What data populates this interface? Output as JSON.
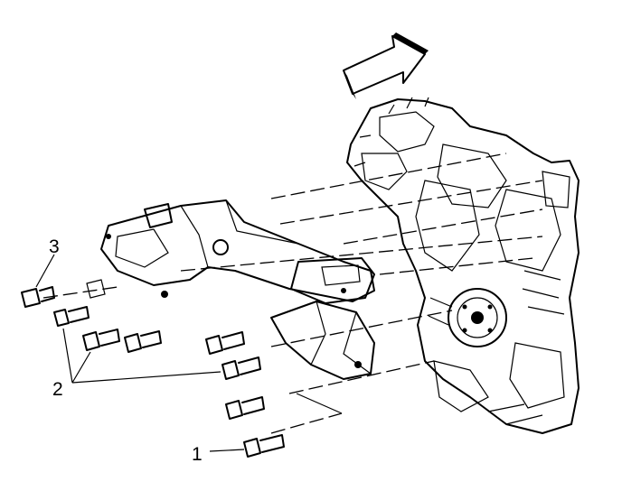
{
  "callouts": [
    {
      "id": "bolt-1",
      "label": "1"
    },
    {
      "id": "bolt-2",
      "label": "2"
    },
    {
      "id": "bolt-3",
      "label": "3"
    }
  ],
  "colors": {
    "ink": "#000000",
    "paper": "#ffffff"
  }
}
